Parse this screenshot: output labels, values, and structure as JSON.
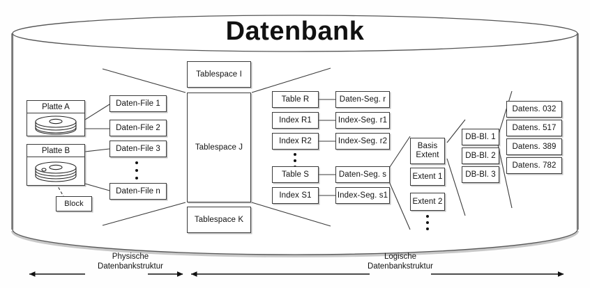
{
  "title": "Datenbank",
  "physical": {
    "disks": [
      {
        "label": "Platte A",
        "icon": "disk-platter-icon"
      },
      {
        "label": "Platte B",
        "icon": "disk-platter-icon"
      }
    ],
    "block": "Block",
    "data_files": [
      "Daten-File 1",
      "Daten-File 2",
      "Daten-File 3",
      "Daten-File n"
    ],
    "data_files_ellipsis": "vertical-ellipsis"
  },
  "tablespaces": [
    "Tablespace I",
    "Tablespace J",
    "Tablespace K"
  ],
  "logical": {
    "objects": [
      "Table R",
      "Index R1",
      "Index R2",
      "Table S",
      "Index S1"
    ],
    "objects_ellipsis_after_index": 2,
    "segments": [
      "Daten-Seg. r",
      "Index-Seg. r1",
      "Index-Seg. r2",
      "Daten-Seg. s",
      "Index-Seg. s1"
    ],
    "extents": [
      "Basis Extent",
      "Extent 1",
      "Extent 2"
    ],
    "extents_basis_line1": "Basis",
    "extents_basis_line2": "Extent",
    "extents_ellipsis": "vertical-ellipsis",
    "db_blocks": [
      "DB-Bl. 1",
      "DB-Bl. 2",
      "DB-Bl. 3"
    ],
    "records": [
      "Datens. 032",
      "Datens. 517",
      "Datens. 389",
      "Datens. 782"
    ]
  },
  "axes": [
    {
      "line1": "Physische",
      "line2": "Datenbankstruktur"
    },
    {
      "line1": "Logische",
      "line2": "Datenbankstruktur"
    }
  ],
  "colors": {
    "stroke": "#3a3a3a",
    "text": "#111111",
    "background": "#ffffff",
    "shadow": "#787878"
  }
}
